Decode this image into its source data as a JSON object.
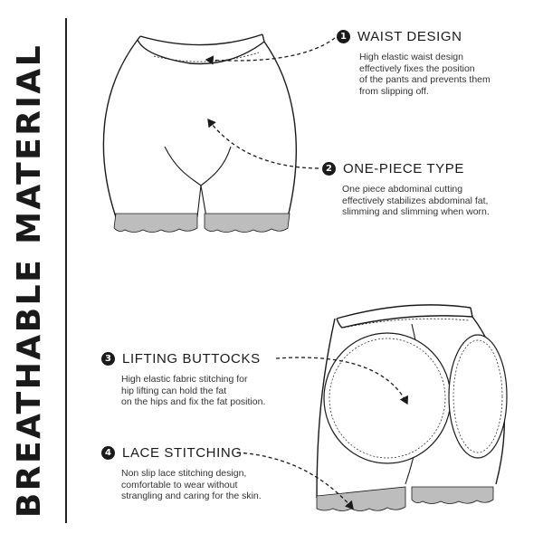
{
  "side_title": "BREATHABLE MATERIAL",
  "features": [
    {
      "number": "1",
      "title": "WAIST DESIGN",
      "description": [
        "High elastic waist design",
        "effectively fixes the position",
        "of the pants and prevents them",
        "from slipping off."
      ]
    },
    {
      "number": "2",
      "title": "ONE-PIECE TYPE",
      "description": [
        "One piece abdominal cutting",
        "effectively stabilizes abdominal fat,",
        "slimming and slimming when worn."
      ]
    },
    {
      "number": "3",
      "title": "LIFTING BUTTOCKS",
      "description": [
        "High elastic fabric stitching for",
        "hip lifting can hold the fat",
        "on the hips and fix the fat position."
      ]
    },
    {
      "number": "4",
      "title": "LACE STITCHING",
      "description": [
        "Non slip lace stitching design,",
        "comfortable to wear without",
        "strangling and caring for the skin."
      ]
    }
  ],
  "colors": {
    "ink": "#1a1a1a",
    "lace": "#bdbdbd",
    "background": "#ffffff"
  }
}
